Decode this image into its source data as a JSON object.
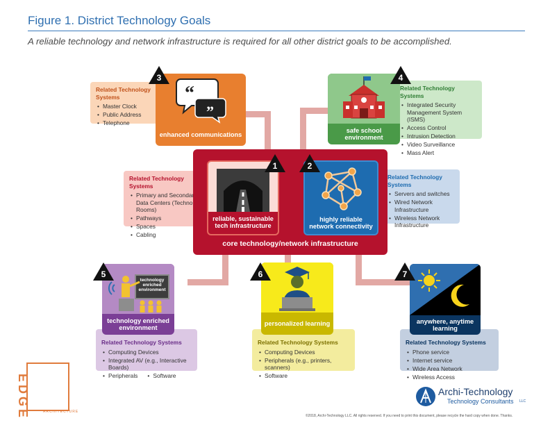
{
  "header": {
    "title": "Figure 1. District Technology Goals",
    "subtitle": "A reliable technology and network infrastructure is required for all other district goals to be accomplished."
  },
  "core": {
    "label": "core technology/network infrastructure"
  },
  "goals": [
    {
      "number": "1",
      "label": "reliable, sustainable tech infrastructure",
      "related_heading": "Related Technology Systems",
      "related_items": [
        "Primary and Secondary Data Centers (Technology Rooms)",
        "Pathways",
        "Spaces",
        "Cabling"
      ]
    },
    {
      "number": "2",
      "label": "highly reliable network connectivity",
      "related_heading": "Related Technology Systems",
      "related_items": [
        "Servers and switches",
        "Wired Network Infrastructure",
        "Wireless Network Infrastructure"
      ]
    },
    {
      "number": "3",
      "label": "enhanced communications",
      "related_heading": "Related Technology Systems",
      "related_items": [
        "Master Clock",
        "Public Address",
        "Telephone"
      ]
    },
    {
      "number": "4",
      "label": "safe school environment",
      "related_heading": "Related Technology Systems",
      "related_items": [
        "Integrated Security Management System (ISMS)",
        "Access Control",
        "Intrusion Detection",
        "Video Surveillance",
        "Mass Alert"
      ]
    },
    {
      "number": "5",
      "label": "technology enriched environment",
      "board_text": "technology enriched environment",
      "related_heading": "Related Technology Systems",
      "related_items": [
        "Computing Devices",
        "Integrated AV (e.g., Interactive Boards)",
        "Peripherals",
        "Software"
      ]
    },
    {
      "number": "6",
      "label": "personalized learning",
      "related_heading": "Related Technology Systems",
      "related_items": [
        "Computing Devices",
        "Peripherals (e.g., printers, scanners)",
        "Software"
      ]
    },
    {
      "number": "7",
      "label": "anywhere, anytime learning",
      "related_heading": "Related Technology Systems",
      "related_items": [
        "Phone service",
        "Internet service",
        "Wide Area Network",
        "Wireless Access"
      ]
    }
  ],
  "logos": {
    "edge": "EDGE",
    "edge_sub": "ARCHITECTURE",
    "archi_name": "Archi-Technology",
    "archi_sub": "Technology Consultants",
    "archi_llc": "LLC"
  },
  "footer": {
    "copyright": "©2018, Archi-Technology LLC. All rights reserved. If you need to print this document, please recycle the hard copy when done. Thanks."
  },
  "colors": {
    "core": "#b5122d",
    "connector": "#e2a8a4",
    "goal3": "#e87f2f",
    "goal4": "#4a9a48",
    "goal2": "#1e6cb0",
    "goal5": "#7b3f96",
    "goal6": "#c9b800",
    "goal7": "#0b3560"
  },
  "icons": [
    "speech-bubbles-icon",
    "school-building-icon",
    "tunnel-road-icon",
    "network-nodes-icon",
    "teacher-board-icon",
    "graduate-laptop-icon",
    "sun-moon-icon"
  ]
}
